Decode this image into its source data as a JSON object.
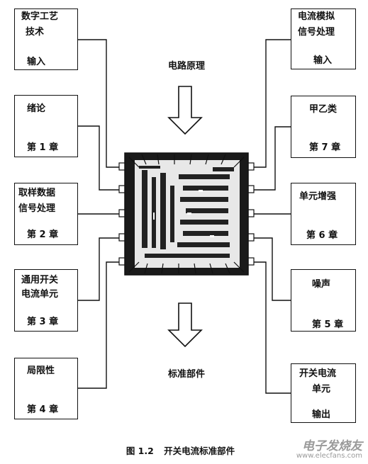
{
  "figure": {
    "caption_number": "图 1.2",
    "caption_title": "开关电流标准部件"
  },
  "center": {
    "top_label": "电路原理",
    "bottom_label": "标准部件"
  },
  "left_boxes": [
    {
      "line1": "数字工艺",
      "line2": "技术",
      "line3": "输入"
    },
    {
      "line1": "绪论",
      "line3": "第 1 章"
    },
    {
      "line1": "取样数据",
      "line2": "信号处理",
      "line3": "第 2 章"
    },
    {
      "line1": "通用开关",
      "line2": "电流单元",
      "line3": "第 3 章"
    },
    {
      "line1": "局限性",
      "line3": "第 4 章"
    }
  ],
  "right_boxes": [
    {
      "line1": "电流模拟",
      "line2": "信号处理",
      "line3": "输入"
    },
    {
      "line1": "甲乙类",
      "line3": "第 7 章"
    },
    {
      "line1": "单元增强",
      "line3": "第 6 章"
    },
    {
      "line1": "噪声",
      "line3": "第 5 章"
    },
    {
      "line1": "开关电流",
      "line2": "单元",
      "line3": "输出"
    }
  ],
  "watermark": {
    "text": "电子发烧友",
    "url": "www.elecfans.com"
  }
}
